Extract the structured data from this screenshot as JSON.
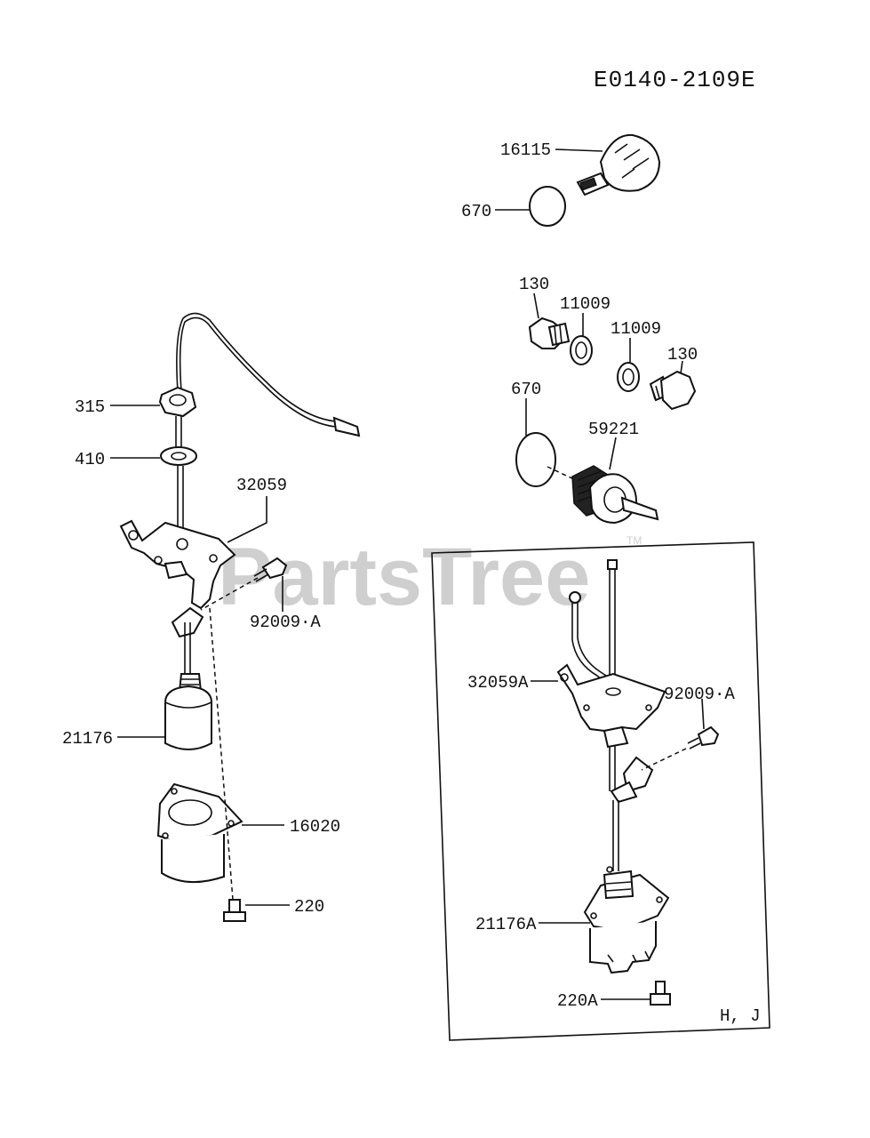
{
  "diagram": {
    "code": "E0140-2109E",
    "watermark": "PartsTree",
    "trademark": "TM",
    "variant_note": "H, J",
    "callouts": {
      "p16115": "16115",
      "p670_top": "670",
      "p130_left": "130",
      "p11009_left": "11009",
      "p11009_right": "11009",
      "p130_right": "130",
      "p670_mid": "670",
      "p59221": "59221",
      "p315": "315",
      "p410": "410",
      "p32059": "32059",
      "p92009A_left": "92009·A",
      "p21176": "21176",
      "p16020": "16020",
      "p220": "220",
      "p32059A": "32059A",
      "p92009A_right": "92009·A",
      "p21176A": "21176A",
      "p220A": "220A"
    }
  }
}
